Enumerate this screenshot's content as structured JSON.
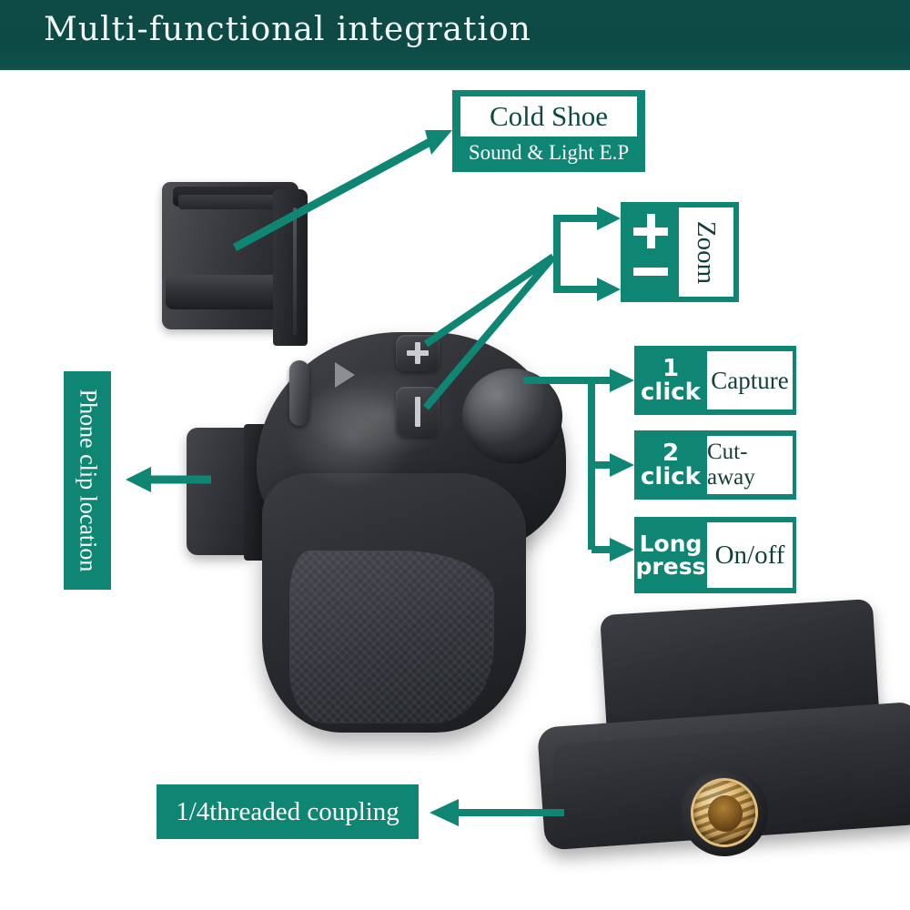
{
  "header": {
    "title": "Multi-functional integration",
    "bg_color": "#0d4945"
  },
  "theme": {
    "teal": "#0f8574",
    "dark_green_text": "#14403a",
    "white": "#ffffff"
  },
  "callouts": {
    "cold_shoe": {
      "title": "Cold Shoe",
      "subtitle": "Sound & Light E.P"
    },
    "zoom": {
      "label": "Zoom",
      "plus_icon": "plus-icon",
      "minus_icon": "minus-icon"
    },
    "phone_clip": {
      "label": "Phone clip location"
    },
    "coupling": {
      "label": "1/4threaded coupling"
    }
  },
  "actions": [
    {
      "key_line1": "1",
      "key_line2": "click",
      "value": "Capture"
    },
    {
      "key_line1": "2",
      "key_line2": "click",
      "value": "Cut-away"
    },
    {
      "key_line1": "Long",
      "key_line2": "press",
      "value": "On/off"
    }
  ],
  "device": {
    "name": "bluetooth-camera-grip-remote",
    "parts": {
      "cold_shoe_mount": "cold-shoe-mount",
      "zoom_in_button": "zoom-in-button",
      "zoom_out_button": "zoom-out-button",
      "shutter_trackball": "shutter-trackball",
      "side_slider": "side-slider",
      "play_marker": "play-triangle-marker",
      "phone_clip_tab": "phone-clip-tab",
      "grip_pad": "textured-grip-pad",
      "tripod_screw": "quarter-inch-tripod-screw"
    }
  }
}
